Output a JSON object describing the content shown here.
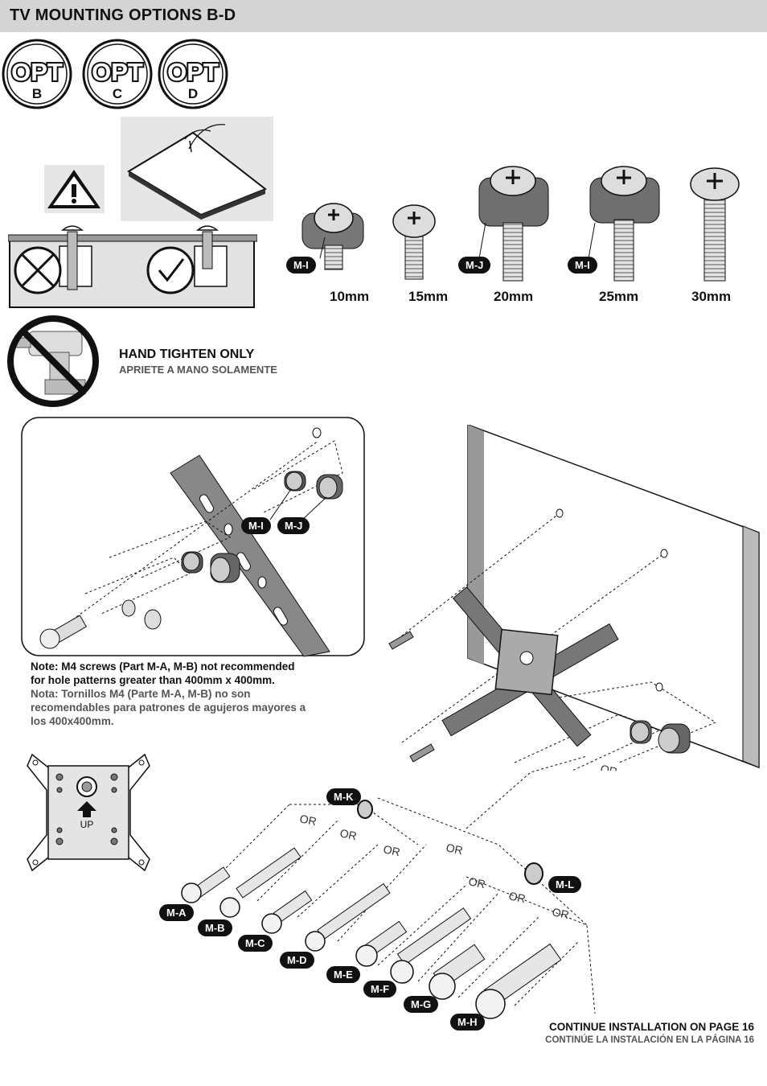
{
  "header": {
    "title": "TV MOUNTING OPTIONS B-D"
  },
  "options": [
    {
      "word": "OPT",
      "letter": "B"
    },
    {
      "word": "OPT",
      "letter": "C"
    },
    {
      "word": "OPT",
      "letter": "D"
    }
  ],
  "screw_sizes": [
    "10mm",
    "15mm",
    "20mm",
    "25mm",
    "30mm"
  ],
  "screw_spacer_labels": [
    "M-I",
    "M-J",
    "M-I"
  ],
  "hand_tighten": {
    "en": "HAND TIGHTEN ONLY",
    "es": "APRIETE A MANO SOLAMENTE"
  },
  "detail_labels": {
    "mi": "M-I",
    "mj": "M-J"
  },
  "note": {
    "en_line1": "Note: M4 screws (Part M-A, M-B) not recommended",
    "en_line2": "for hole patterns greater than 400mm x 400mm.",
    "es_line1": "Nota: Tornillos M4 (Parte M-A, M-B) no son",
    "es_line2": "recomendables para patrones de agujeros mayores a",
    "es_line3": "los 400x400mm."
  },
  "plate": {
    "up_label": "UP"
  },
  "part_labels": {
    "mk": "M-K",
    "ml": "M-L"
  },
  "or_label": "OR",
  "bolt_labels": [
    "M-A",
    "M-B",
    "M-C",
    "M-D",
    "M-E",
    "M-F",
    "M-G",
    "M-H"
  ],
  "footer": {
    "en": "CONTINUE INSTALLATION ON PAGE 16",
    "es": "CONTINÚE LA INSTALACIÓN EN LA PÁGINA 16"
  }
}
